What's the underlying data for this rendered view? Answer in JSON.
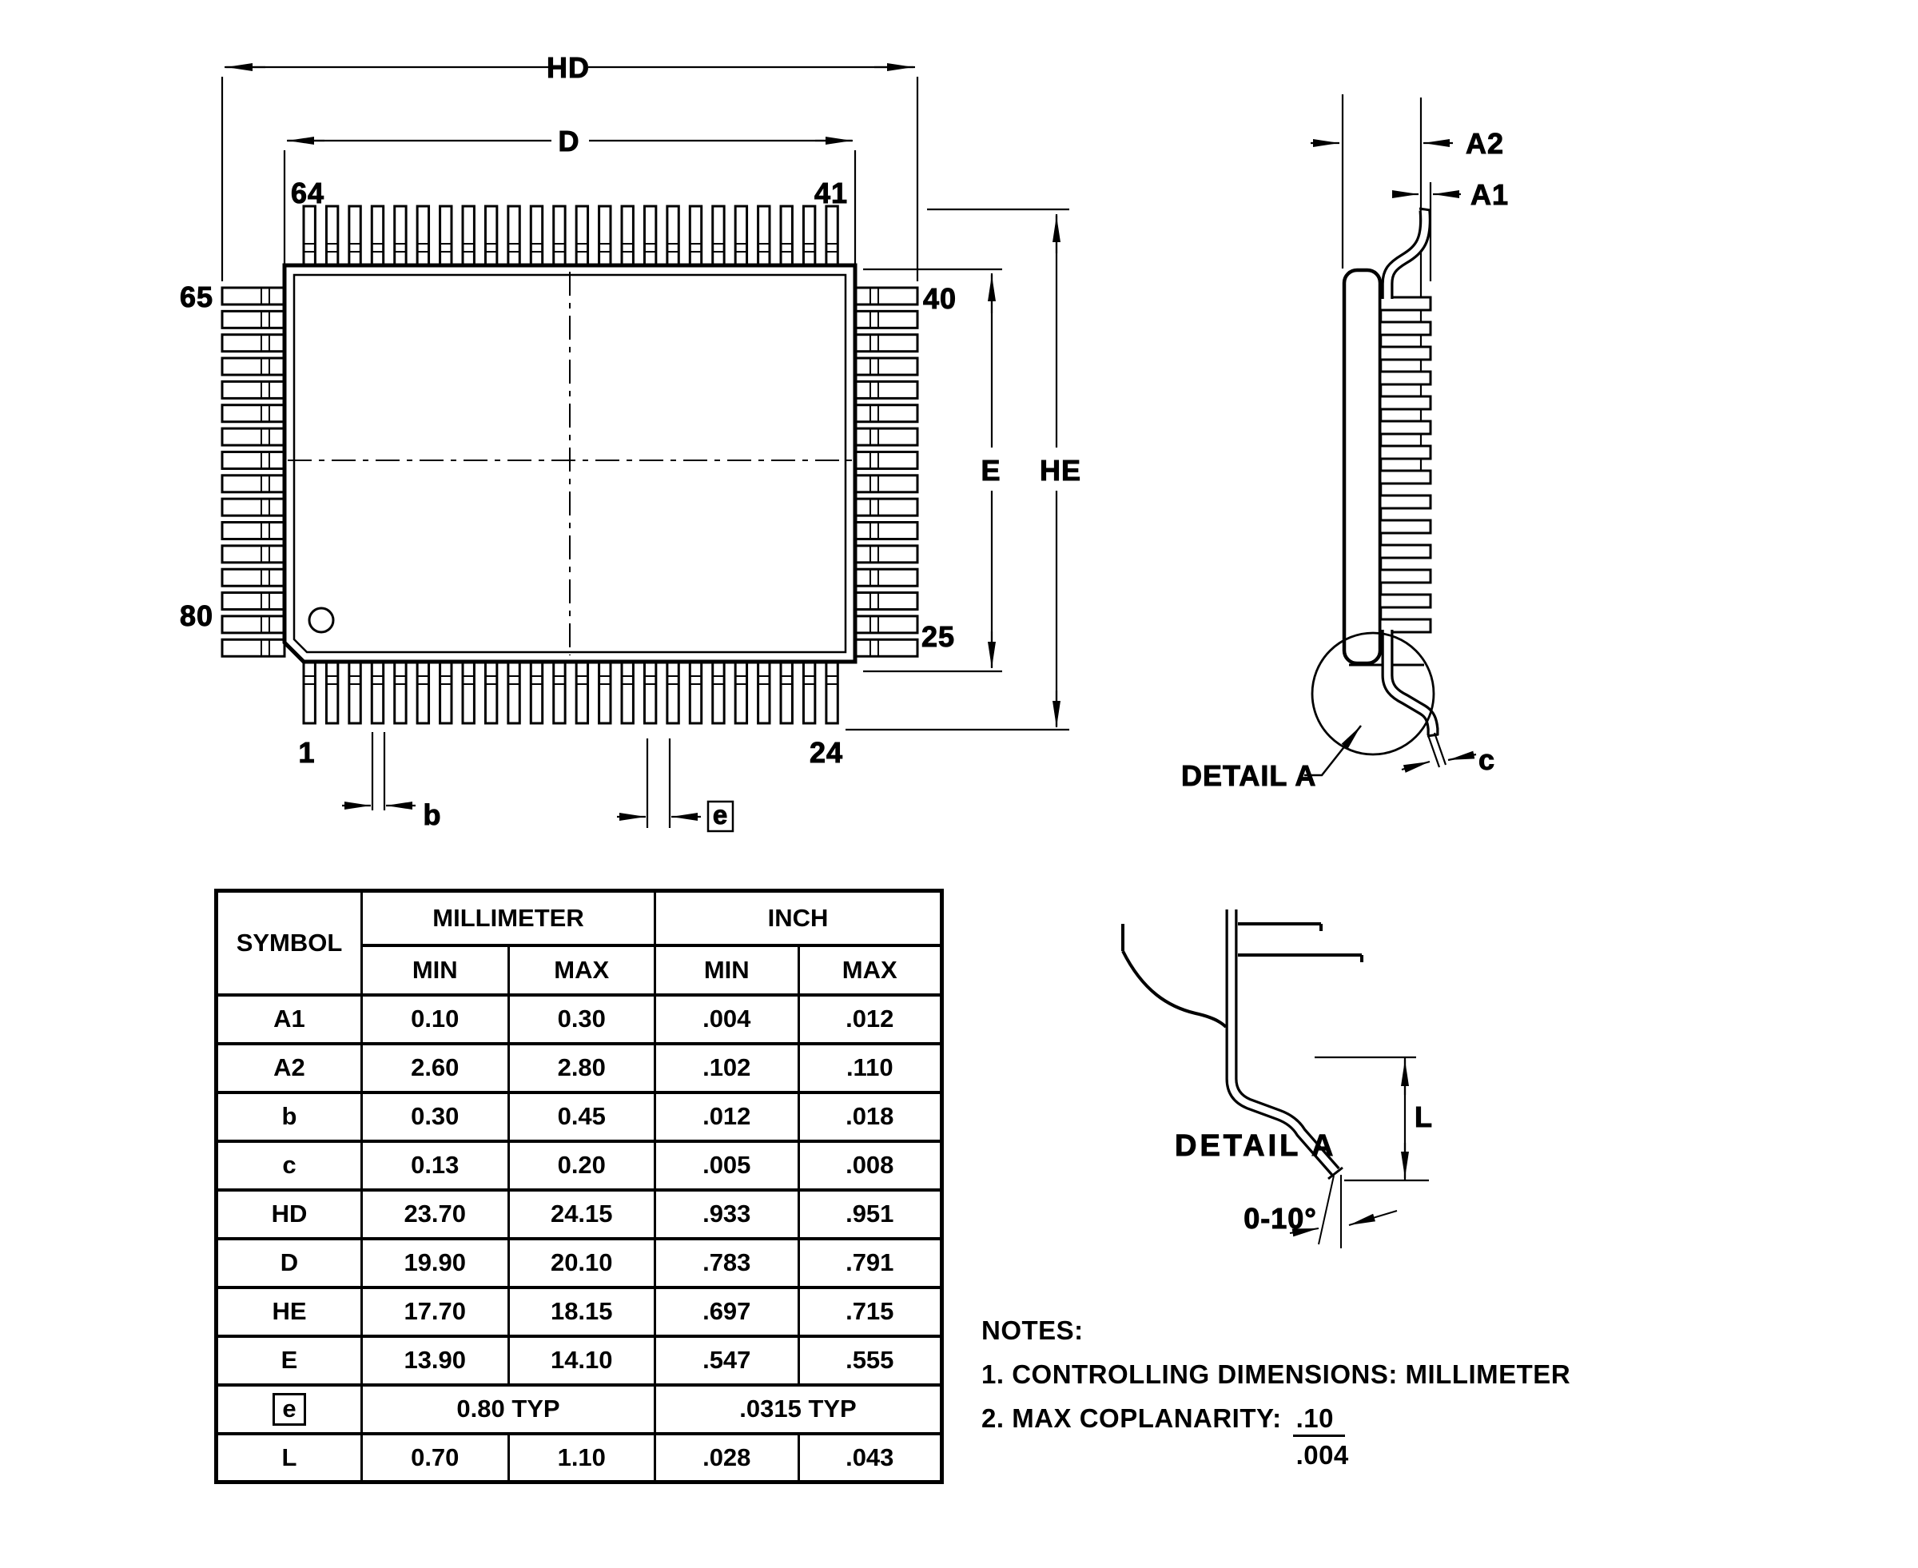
{
  "ink": "#000000",
  "paper": "#ffffff",
  "top_view": {
    "dim_hd": "HD",
    "dim_d": "D",
    "dim_e": "E",
    "dim_he": "HE",
    "dim_b": "b",
    "dim_pitch": "e",
    "pins": {
      "top_left": "64",
      "top_right": "41",
      "left_top": "65",
      "left_bottom": "80",
      "right_top": "40",
      "right_bottom": "25",
      "bottom_left": "1",
      "bottom_right": "24"
    }
  },
  "side_view": {
    "dim_a2": "A2",
    "dim_a1": "A1",
    "dim_c": "c",
    "detail_callout": "DETAIL A"
  },
  "detail_view": {
    "title": "DETAIL A",
    "dim_l": "L",
    "angle": "0-10°"
  },
  "table": {
    "col_symbol": "SYMBOL",
    "col_mm": "MILLIMETER",
    "col_inch": "INCH",
    "col_min": "MIN",
    "col_max": "MAX",
    "rows": [
      {
        "symbol": "A1",
        "mm_min": "0.10",
        "mm_max": "0.30",
        "in_min": ".004",
        "in_max": ".012"
      },
      {
        "symbol": "A2",
        "mm_min": "2.60",
        "mm_max": "2.80",
        "in_min": ".102",
        "in_max": ".110"
      },
      {
        "symbol": "b",
        "mm_min": "0.30",
        "mm_max": "0.45",
        "in_min": ".012",
        "in_max": ".018"
      },
      {
        "symbol": "c",
        "mm_min": "0.13",
        "mm_max": "0.20",
        "in_min": ".005",
        "in_max": ".008"
      },
      {
        "symbol": "HD",
        "mm_min": "23.70",
        "mm_max": "24.15",
        "in_min": ".933",
        "in_max": ".951"
      },
      {
        "symbol": "D",
        "mm_min": "19.90",
        "mm_max": "20.10",
        "in_min": ".783",
        "in_max": ".791"
      },
      {
        "symbol": "HE",
        "mm_min": "17.70",
        "mm_max": "18.15",
        "in_min": ".697",
        "in_max": ".715"
      },
      {
        "symbol": "E",
        "mm_min": "13.90",
        "mm_max": "14.10",
        "in_min": ".547",
        "in_max": ".555"
      },
      {
        "symbol": "e",
        "boxed": true,
        "mm_typ": "0.80 TYP",
        "in_typ": ".0315 TYP"
      },
      {
        "symbol": "L",
        "mm_min": "0.70",
        "mm_max": "1.10",
        "in_min": ".028",
        "in_max": ".043"
      }
    ]
  },
  "notes": {
    "title": "NOTES:",
    "note1": "1. CONTROLLING DIMENSIONS: MILLIMETER",
    "note2": "2. MAX COPLANARITY:",
    "coplanarity_mm": ".10",
    "coplanarity_in": ".004"
  }
}
